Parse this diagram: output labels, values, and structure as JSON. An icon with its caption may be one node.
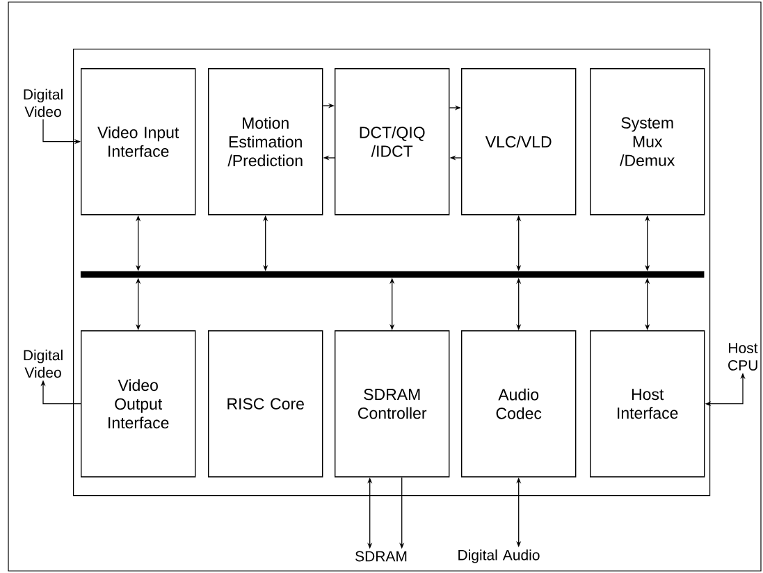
{
  "diagram": {
    "nodes": [
      {
        "text": [],
        "shape": "box"
      },
      {
        "text": [
          "Digital Video"
        ]
      },
      {
        "text": [
          "Video Input Interface"
        ],
        "in": 0
      },
      {
        "text": [
          "Motion Estimation /Prediction"
        ],
        "in": 0
      },
      {
        "text": [
          "DCT/QIQ /IDCT"
        ],
        "in": 0
      },
      {
        "text": [
          "VLC/VLD"
        ],
        "in": 0
      },
      {
        "text": [
          "System Mux /Demux"
        ],
        "in": 0
      },
      {
        "text": [],
        "shape": "bar",
        "in": 0
      },
      {
        "text": [
          "Digital Video"
        ]
      },
      {
        "text": [
          "Video Output Interface"
        ],
        "in": 0
      },
      {
        "text": [
          "RISC Core"
        ],
        "in": 0
      },
      {
        "text": [
          "SDRAM Controller"
        ],
        "in": 0
      },
      {
        "text": [
          "Audio Codec"
        ],
        "in": 0
      },
      {
        "text": [
          "Host Interface"
        ],
        "in": 0
      },
      {
        "text": [
          "Host CPU"
        ]
      },
      {
        "text": [
          "SDRAM"
        ]
      },
      {
        "text": [
          "Digital Audio"
        ]
      }
    ],
    "edges": [
      {
        "from": 1,
        "to": 2,
        "arrow": "to"
      },
      {
        "from": 3,
        "to": 4,
        "arrow": "to"
      },
      {
        "from": 4,
        "to": 3,
        "arrow": "to"
      },
      {
        "from": 4,
        "to": 5,
        "arrow": "to"
      },
      {
        "from": 5,
        "to": 4,
        "arrow": "to"
      },
      {
        "from": 2,
        "to": 7,
        "arrow": "both"
      },
      {
        "from": 3,
        "to": 7,
        "arrow": "both"
      },
      {
        "from": 5,
        "to": 7,
        "arrow": "both"
      },
      {
        "from": 6,
        "to": 7,
        "arrow": "both"
      },
      {
        "from": 7,
        "to": 9,
        "arrow": "both"
      },
      {
        "from": 7,
        "to": 11,
        "arrow": "both"
      },
      {
        "from": 7,
        "to": 12,
        "arrow": "both"
      },
      {
        "from": 7,
        "to": 13,
        "arrow": "both"
      },
      {
        "from": 9,
        "to": 8,
        "arrow": "to"
      },
      {
        "from": 13,
        "to": 14,
        "arrow": "both"
      },
      {
        "from": 11,
        "to": 15,
        "arrow": "both"
      },
      {
        "from": 11,
        "to": 15,
        "arrow": "to"
      },
      {
        "from": 12,
        "to": 16,
        "arrow": "both"
      }
    ]
  }
}
